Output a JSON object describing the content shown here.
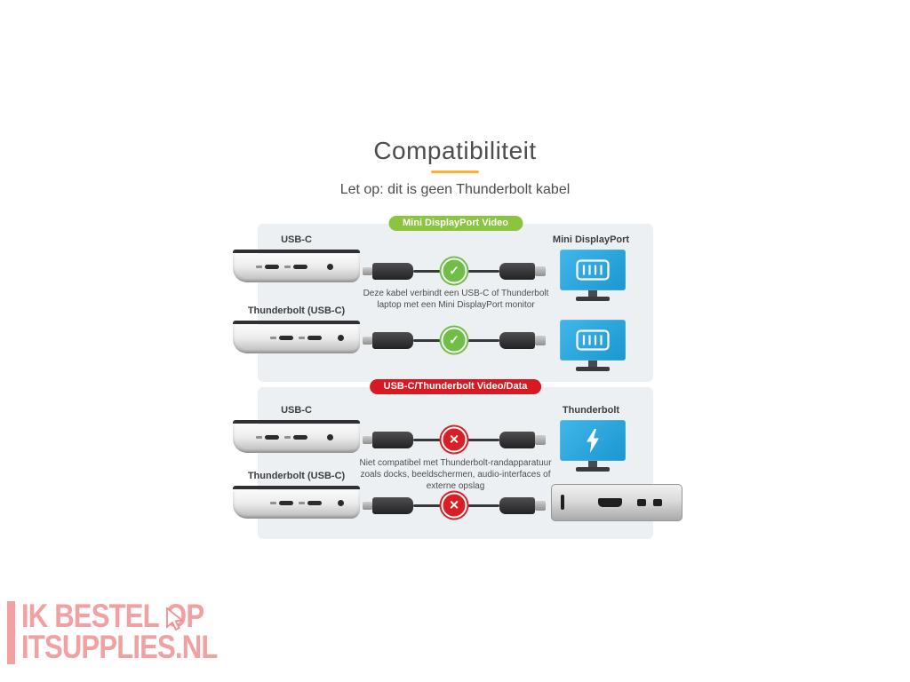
{
  "header": {
    "title": "Compatibiliteit",
    "subtitle": "Let op: dit is geen Thunderbolt kabel"
  },
  "sections": [
    {
      "badge": {
        "label": "Mini DisplayPort Video",
        "color": "#8bc540"
      },
      "rows": [
        {
          "device_label": "USB-C",
          "status": "compatible"
        },
        {
          "device_label": "Thunderbolt (USB-C)",
          "status": "compatible"
        }
      ],
      "caption_lines": [
        "Deze kabel verbindt een USB-C of Thunderbolt",
        "laptop met een Mini DisplayPort monitor"
      ],
      "right_label": "Mini DisplayPort"
    },
    {
      "badge": {
        "label": "USB-C/Thunderbolt Video/Data",
        "color": "#d71a21"
      },
      "rows": [
        {
          "device_label": "USB-C",
          "status": "not_compatible"
        },
        {
          "device_label": "Thunderbolt (USB-C)",
          "status": "not_compatible"
        }
      ],
      "caption_lines": [
        "Niet compatibel met Thunderbolt-randapparatuur",
        "zoals docks, beeldschermen, audio-interfaces of",
        "externe opslag"
      ],
      "right_label": "Thunderbolt"
    }
  ],
  "icons": {
    "check": "✓",
    "cross": "✕",
    "thunderbolt": "lightning-bolt",
    "minidp": "minidp-port-outline",
    "cursor": "mouse-pointer"
  },
  "colors": {
    "badge_green": "#8bc540",
    "badge_red": "#d71a21",
    "check_green": "#6fbe45",
    "cross_red": "#d91f26",
    "monitor_blue": "#29a4dd",
    "panel_bg": "#edf0f3",
    "title_underline": "#f9b233",
    "watermark_pink": "#f2a1a3"
  },
  "watermark": {
    "line1": "IK BESTEL OP",
    "line2": "ITSUPPLIES.NL"
  }
}
